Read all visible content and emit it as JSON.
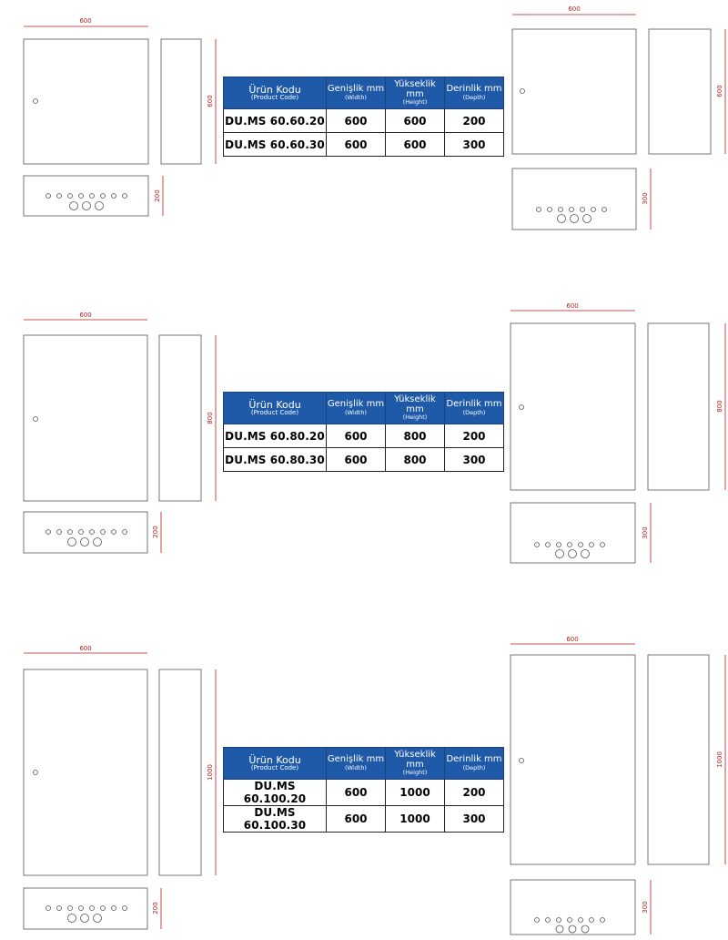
{
  "table_header": {
    "code_main": "Ürün Kodu",
    "code_sub": "(Product Code)",
    "width_main": "Genişlik mm",
    "width_sub": "(Width)",
    "height_main": "Yükseklik mm",
    "height_sub": "(Height)",
    "depth_main": "Derinlik mm",
    "depth_sub": "(Depth)"
  },
  "sections": [
    {
      "rows": [
        {
          "code": "DU.MS  60.60.20",
          "width": "600",
          "height": "600",
          "depth": "200"
        },
        {
          "code": "DU.MS  60.60.30",
          "width": "600",
          "height": "600",
          "depth": "300"
        }
      ],
      "left_dims": {
        "width": "600",
        "height": "600",
        "depth": "200"
      },
      "right_dims": {
        "width": "600",
        "height": "600",
        "depth": "300"
      }
    },
    {
      "rows": [
        {
          "code": "DU.MS  60.80.20",
          "width": "600",
          "height": "800",
          "depth": "200"
        },
        {
          "code": "DU.MS  60.80.30",
          "width": "600",
          "height": "800",
          "depth": "300"
        }
      ],
      "left_dims": {
        "width": "600",
        "height": "800",
        "depth": "200"
      },
      "right_dims": {
        "width": "600",
        "height": "800",
        "depth": "300"
      }
    },
    {
      "rows": [
        {
          "code": "DU.MS  60.100.20",
          "width": "600",
          "height": "1000",
          "depth": "200"
        },
        {
          "code": "DU.MS  60.100.30",
          "width": "600",
          "height": "1000",
          "depth": "300"
        }
      ],
      "left_dims": {
        "width": "600",
        "height": "1000",
        "depth": "200"
      },
      "right_dims": {
        "width": "600",
        "height": "1000",
        "depth": "300"
      }
    }
  ],
  "colors": {
    "header_blue": "#1f5aa8",
    "dimension_red": "#b41e1e",
    "line": "#555555"
  }
}
